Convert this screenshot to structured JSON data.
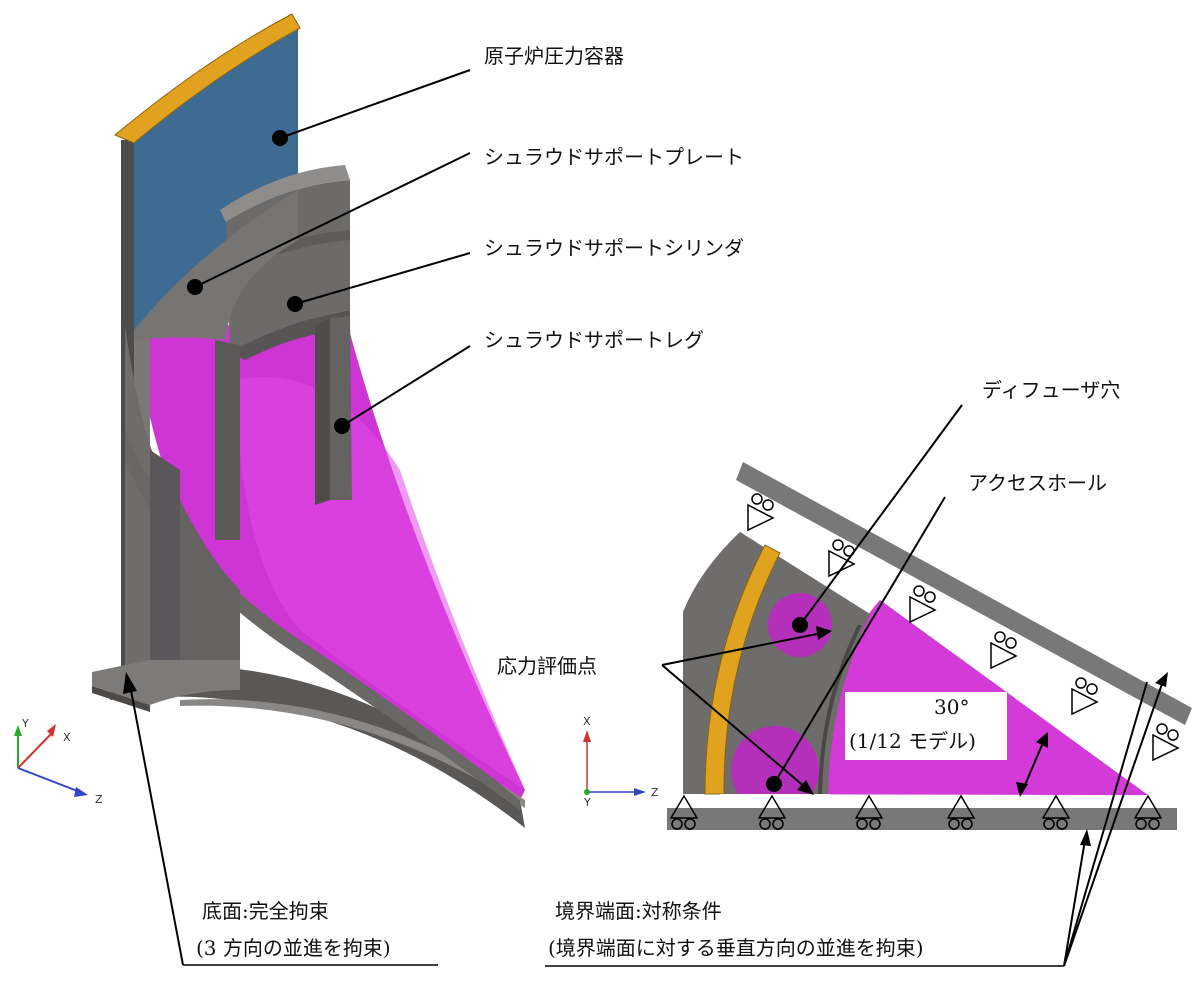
{
  "labels": {
    "rpv": "原子炉圧力容器",
    "plate": "シュラウドサポートプレート",
    "cylinder": "シュラウドサポートシリンダ",
    "leg": "シュラウドサポートレグ",
    "diffuser": "ディフューザ穴",
    "access": "アクセスホール",
    "stress": "応力評価点",
    "angle": "30°",
    "model": "(1/12 モデル)",
    "bottom_title": "底面:完全拘束",
    "bottom_note": "(3 方向の並進を拘束)",
    "boundary_title": "境界端面:対称条件",
    "boundary_note": "(境界端面に対する垂直方向の並進を拘束)"
  },
  "axes_3d": {
    "y": "Y",
    "x": "X",
    "z": "Z"
  },
  "axes_2d": {
    "x": "X",
    "y": "Y",
    "z": "Z"
  },
  "colors": {
    "steel": "#6f6d6b",
    "steel_dark": "#514f4d",
    "steel_light": "#8a8886",
    "rpv_blue": "#3d6b91",
    "rim_orange": "#e0a21f",
    "plate_magenta": "#c02bc8",
    "plate_magenta_light": "#da3fdf",
    "support_bar": "#787878"
  }
}
